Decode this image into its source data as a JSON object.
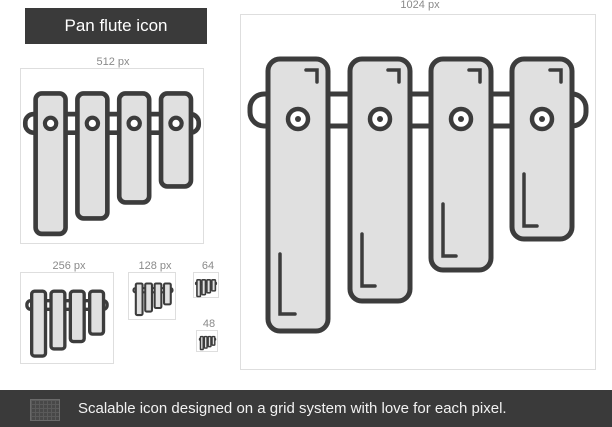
{
  "title": "Pan flute icon",
  "sizes": {
    "s1024": "1024 px",
    "s512": "512 px",
    "s256": "256 px",
    "s128": "128 px",
    "s64": "64",
    "s48": "48"
  },
  "footer": {
    "text": "Scalable icon designed on a grid system with love for each pixel."
  },
  "colors": {
    "outline": "#3c3c3c",
    "fill": "#e0e0e0",
    "banner": "#3a3a3a"
  }
}
